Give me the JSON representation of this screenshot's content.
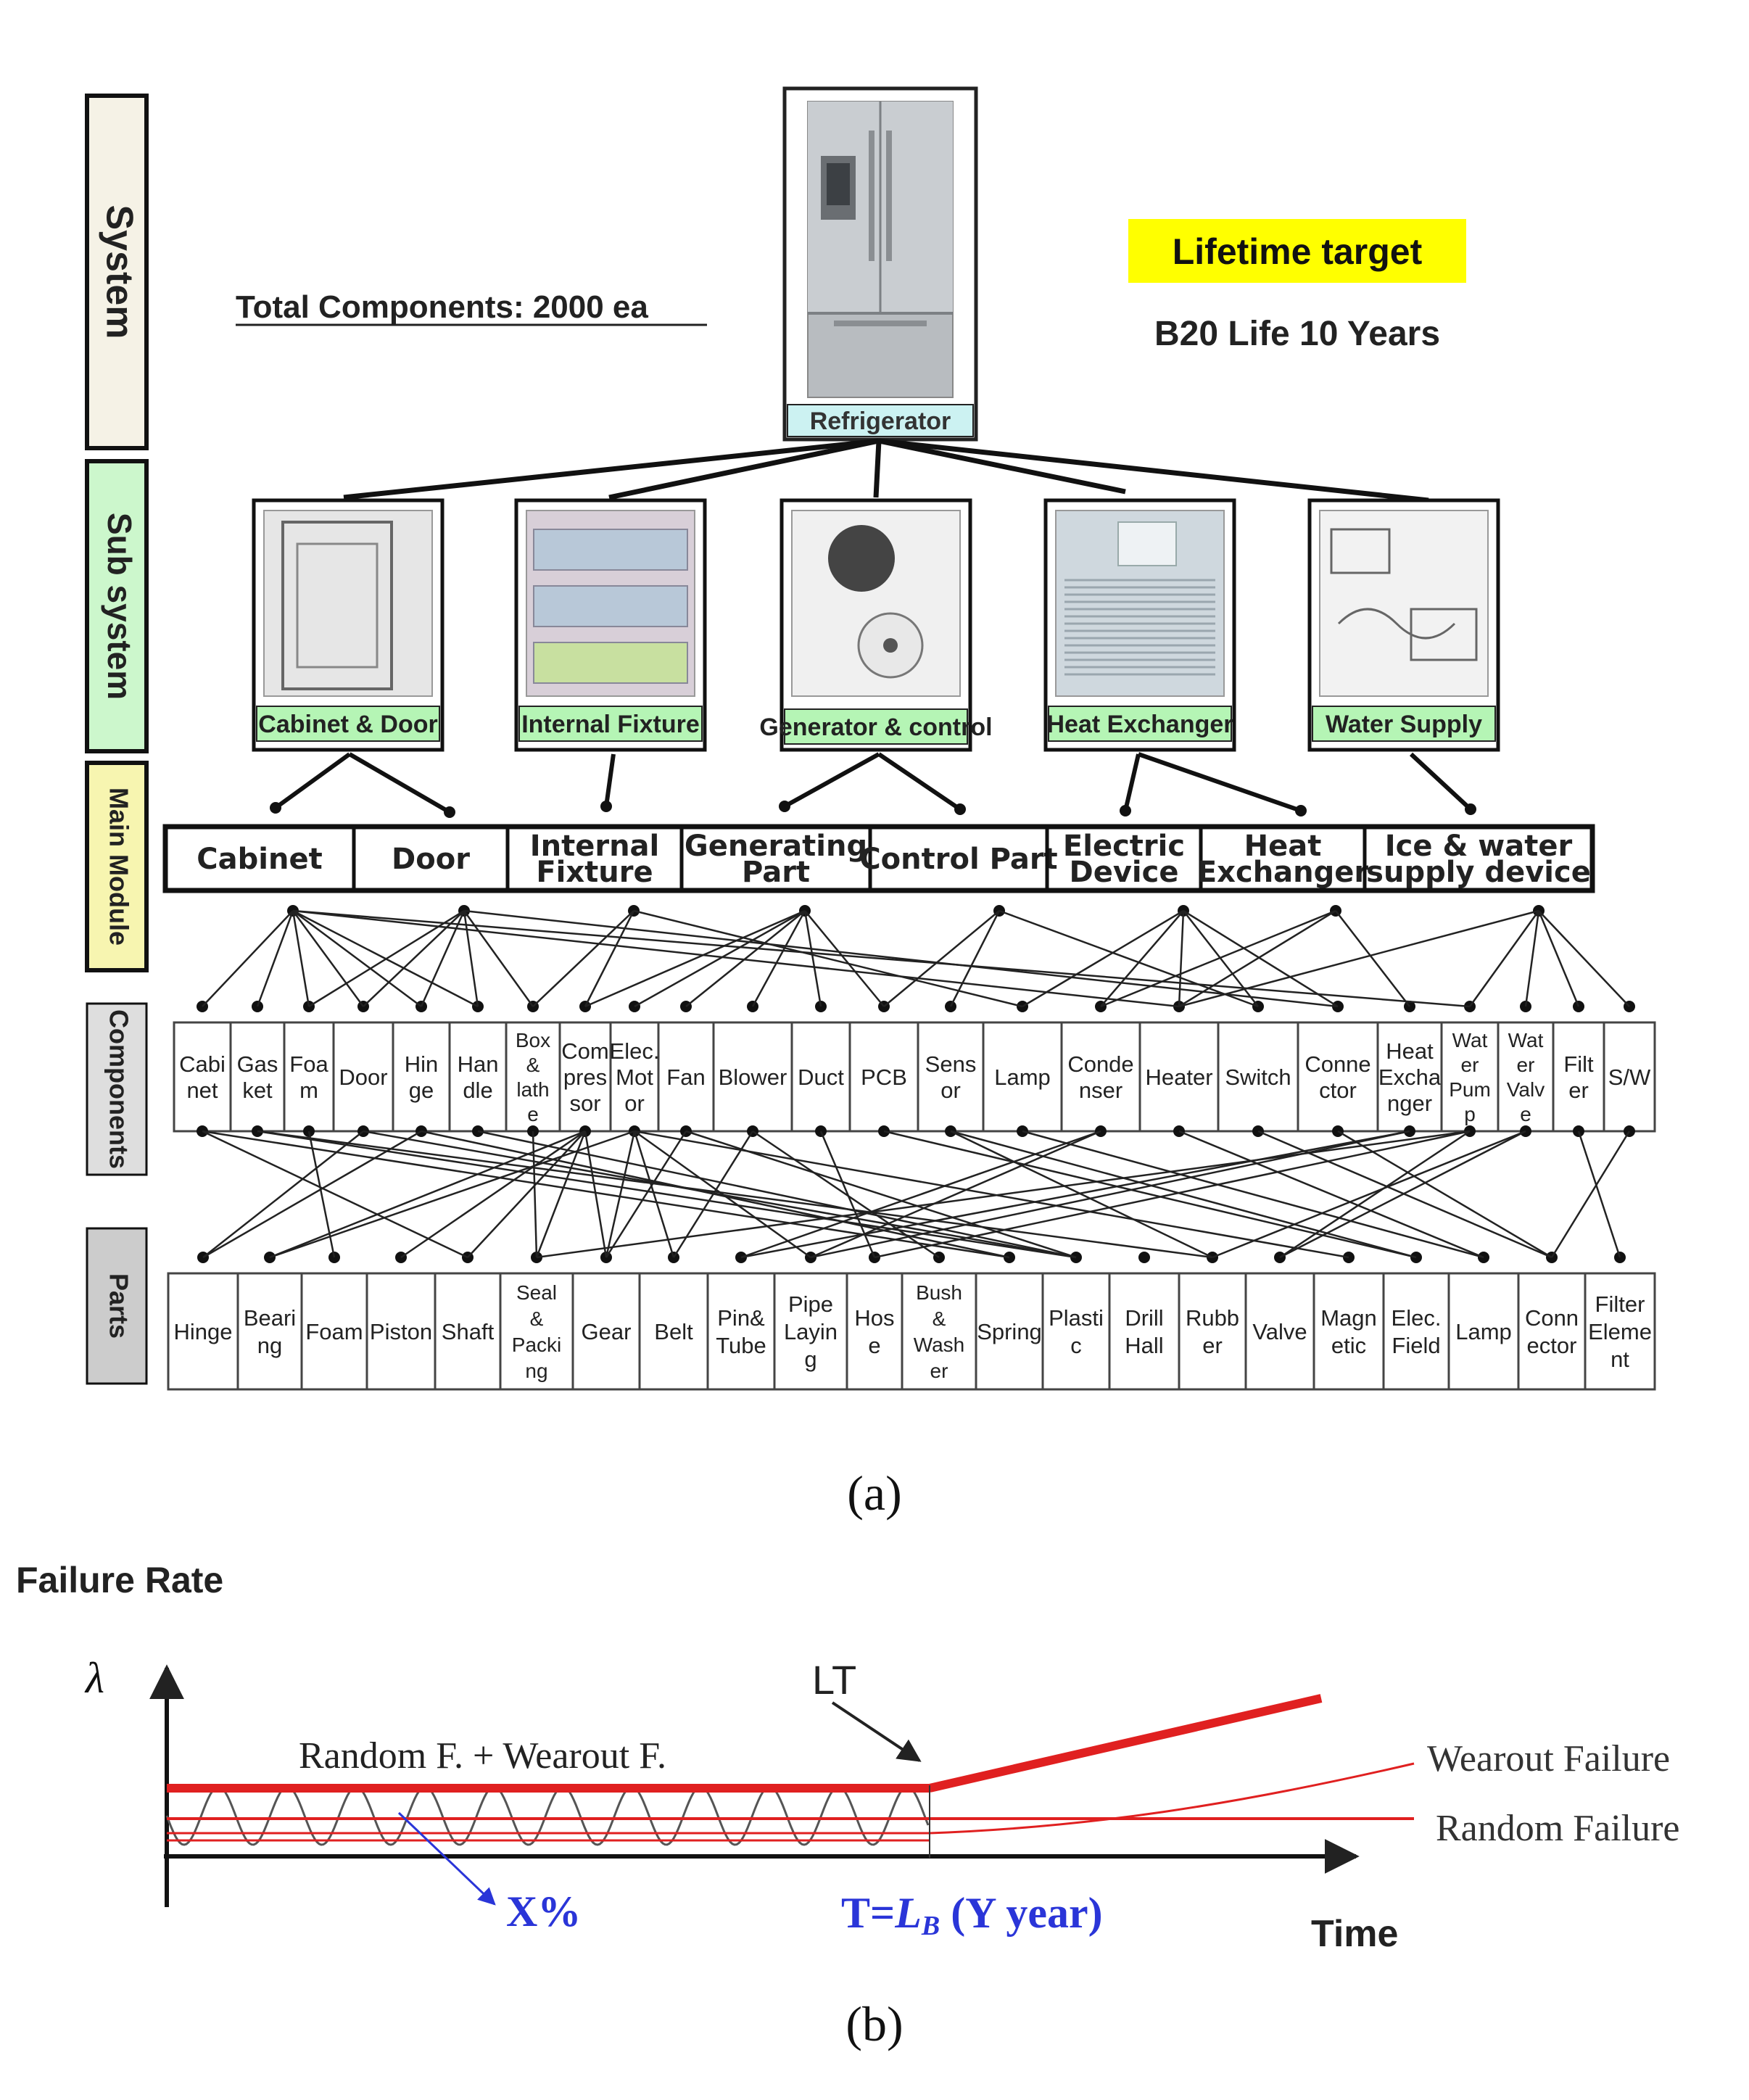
{
  "figure_a": {
    "level_labels": [
      "System",
      "Sub system",
      "Main Module",
      "Components",
      "Parts"
    ],
    "total_components": "Total Components:  2000 ea",
    "lifetime_target_title": "Lifetime target",
    "lifetime_target_value": "B20 Life 10 Years",
    "system_label": "Refrigerator",
    "subsystems": [
      "Cabinet & Door",
      "Internal Fixture",
      "Generator & control",
      "Heat Exchanger",
      "Water Supply"
    ],
    "main_modules": [
      [
        "Cabinet"
      ],
      [
        "Door"
      ],
      [
        "Internal",
        "Fixture"
      ],
      [
        "Generating",
        "Part"
      ],
      [
        "Control Part"
      ],
      [
        "Electric",
        "Device"
      ],
      [
        "Heat",
        "Exchanger"
      ],
      [
        "Ice & water",
        "supply device"
      ]
    ],
    "components": [
      [
        "Cabi",
        "net"
      ],
      [
        "Gas",
        "ket"
      ],
      [
        "Foa",
        "m"
      ],
      [
        "Door"
      ],
      [
        "Hin",
        "ge"
      ],
      [
        "Han",
        "dle"
      ],
      [
        "Box",
        "&",
        "lath",
        "e"
      ],
      [
        "Com",
        "pres",
        "sor"
      ],
      [
        "Elec.",
        "Mot",
        "or"
      ],
      [
        "Fan"
      ],
      [
        "Blower"
      ],
      [
        "Duct"
      ],
      [
        "PCB"
      ],
      [
        "Sens",
        "or"
      ],
      [
        "Lamp"
      ],
      [
        "Conde",
        "nser"
      ],
      [
        "Heater"
      ],
      [
        "Switch"
      ],
      [
        "Conne",
        "ctor"
      ],
      [
        "Heat",
        "Excha",
        "nger"
      ],
      [
        "Wat",
        "er",
        "Pum",
        "p"
      ],
      [
        "Wat",
        "er",
        "Valv",
        "e"
      ],
      [
        "Filt",
        "er"
      ],
      [
        "S/W"
      ]
    ],
    "parts": [
      [
        "Hinge"
      ],
      [
        "Beari",
        "ng"
      ],
      [
        "Foam"
      ],
      [
        "Piston"
      ],
      [
        "Shaft"
      ],
      [
        "Seal",
        "&",
        "Packi",
        "ng"
      ],
      [
        "Gear"
      ],
      [
        "Belt"
      ],
      [
        "Pin&",
        "Tube"
      ],
      [
        "Pipe",
        "Layin",
        "g"
      ],
      [
        "Hos",
        "e"
      ],
      [
        "Bush",
        "&",
        "Wash",
        "er"
      ],
      [
        "Spring"
      ],
      [
        "Plasti",
        "c"
      ],
      [
        "Drill",
        "Hall"
      ],
      [
        "Rubb",
        "er"
      ],
      [
        "Valve"
      ],
      [
        "Magn",
        "etic"
      ],
      [
        "Elec.",
        "Field"
      ],
      [
        "Lamp"
      ],
      [
        "Conn",
        "ector"
      ],
      [
        "Filter",
        "Eleme",
        "nt"
      ]
    ],
    "caption": "(a)"
  },
  "figure_b": {
    "ylabel": "Failure Rate",
    "lambda": "λ",
    "lt_label": "LT",
    "random_wearout": "Random F. + Wearout F.",
    "wearout_failure": "Wearout Failure",
    "random_failure": "Random Failure",
    "x_percent": "X%",
    "t_prefix": "T=",
    "t_lb": "L",
    "t_sub": "B",
    "t_suffix": " (Y year)",
    "time_label": "Time",
    "caption": "(b)"
  },
  "colors": {
    "lime_header": "#b5f5b5",
    "light_label": "#ccf2f2",
    "yellow": "#ffff00",
    "level_system": "#f5f2e6",
    "level_sub": "#ccf7cc",
    "level_main": "#f7f5b0",
    "level_comp": "#dedede",
    "level_parts": "#cccccc",
    "red": "#e02020",
    "blue": "#2a35d8"
  }
}
